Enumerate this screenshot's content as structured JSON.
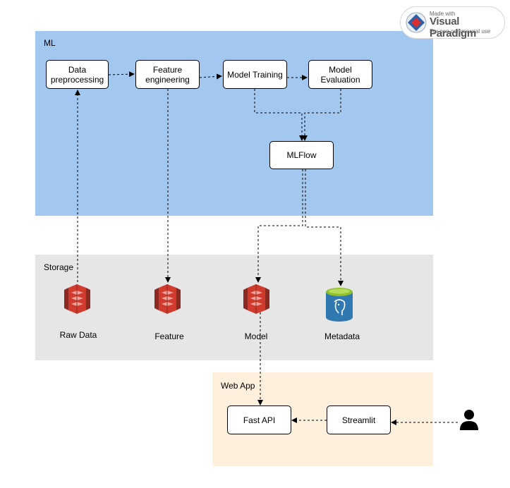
{
  "zones": {
    "ml": {
      "title": "ML",
      "color": "#a3c8f0"
    },
    "storage": {
      "title": "Storage",
      "color": "#e6e6e6"
    },
    "webapp": {
      "title": "Web App",
      "color": "#fdf0dd"
    }
  },
  "nodes": {
    "data_preprocessing": "Data\npreprocessing",
    "feature_engineering": "Feature\nengineering",
    "model_training": "Model Training",
    "model_evaluation": "Model\nEvaluation",
    "mlflow": "MLFlow",
    "fast_api": "Fast API",
    "streamlit": "Streamlit"
  },
  "storage_items": {
    "raw_data": "Raw Data",
    "feature": "Feature",
    "model": "Model",
    "metadata": "Metadata"
  },
  "icons": {
    "s3": "aws-s3-bucket-icon",
    "postgres": "postgresql-database-icon",
    "user": "user-icon",
    "brand": "visual-paradigm-logo"
  },
  "colors": {
    "s3": "#d13b2e",
    "db_body": "#2f79b0",
    "db_top": "#8ec02d"
  },
  "badge": {
    "made": "Made with",
    "brand": "Visual Paradigm",
    "sub": "For non-commercial use"
  }
}
